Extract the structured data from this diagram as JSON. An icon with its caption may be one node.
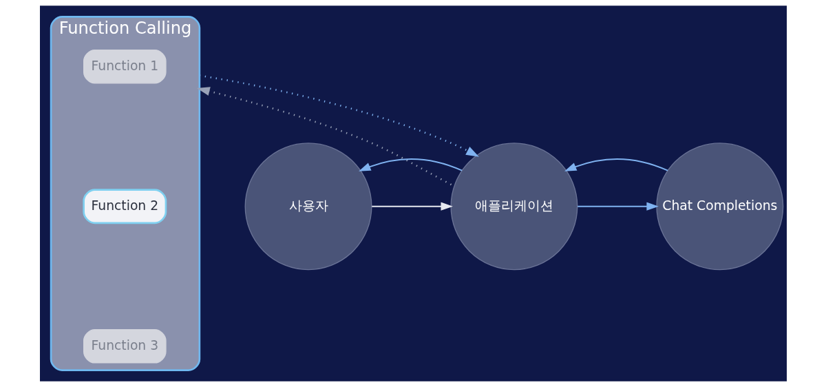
{
  "diagram": {
    "nodes": [
      {
        "text": [
          "Function Calling"
        ]
      },
      {
        "text": [
          "Function 1"
        ],
        "in": 0
      },
      {
        "text": [
          "Function 2"
        ],
        "in": 0
      },
      {
        "text": [
          "Function 3"
        ],
        "in": 0
      },
      {
        "text": [
          "사용자"
        ]
      },
      {
        "text": [
          "애플리케이션"
        ]
      },
      {
        "text": [
          "Chat Completions"
        ]
      }
    ],
    "edges": [
      {
        "from": 5,
        "to": 0,
        "arrow": "to",
        "style": "dashed",
        "color": "#9aa3b8"
      },
      {
        "from": 0,
        "to": 5,
        "arrow": "to",
        "style": "dashed",
        "color": "#7fb2f0"
      },
      {
        "from": 4,
        "to": 5,
        "arrow": "to",
        "color": "#e6e8f0"
      },
      {
        "from": 5,
        "to": 4,
        "arrow": "to",
        "color": "#7fb2f0"
      },
      {
        "from": 5,
        "to": 6,
        "arrow": "to",
        "color": "#7fb2f0"
      },
      {
        "from": 6,
        "to": 5,
        "arrow": "to",
        "color": "#7fb2f0"
      }
    ]
  }
}
